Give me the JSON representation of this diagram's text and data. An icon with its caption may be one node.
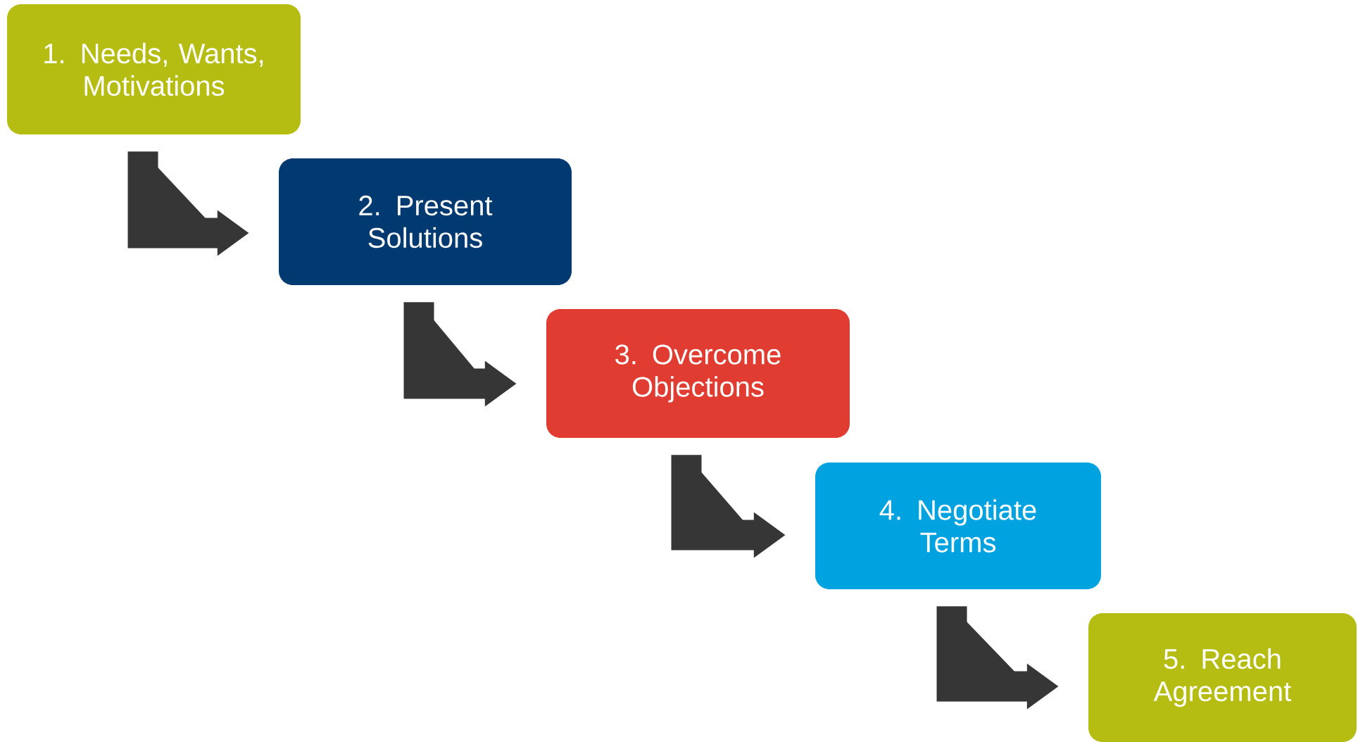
{
  "diagram": {
    "nodes": [
      {
        "text": [
          "1. Needs, Wants, Motivations"
        ]
      },
      {
        "text": [
          "2. Present Solutions"
        ]
      },
      {
        "text": [
          "3. Overcome Objections"
        ]
      },
      {
        "text": [
          "4. Negotiate Terms"
        ]
      },
      {
        "text": [
          "5. Reach Agreement"
        ]
      }
    ],
    "edges": [
      {
        "from": 0,
        "to": 1,
        "arrow": "to"
      },
      {
        "from": 1,
        "to": 2,
        "arrow": "to"
      },
      {
        "from": 2,
        "to": 3,
        "arrow": "to"
      },
      {
        "from": 3,
        "to": 4,
        "arrow": "to"
      }
    ]
  }
}
